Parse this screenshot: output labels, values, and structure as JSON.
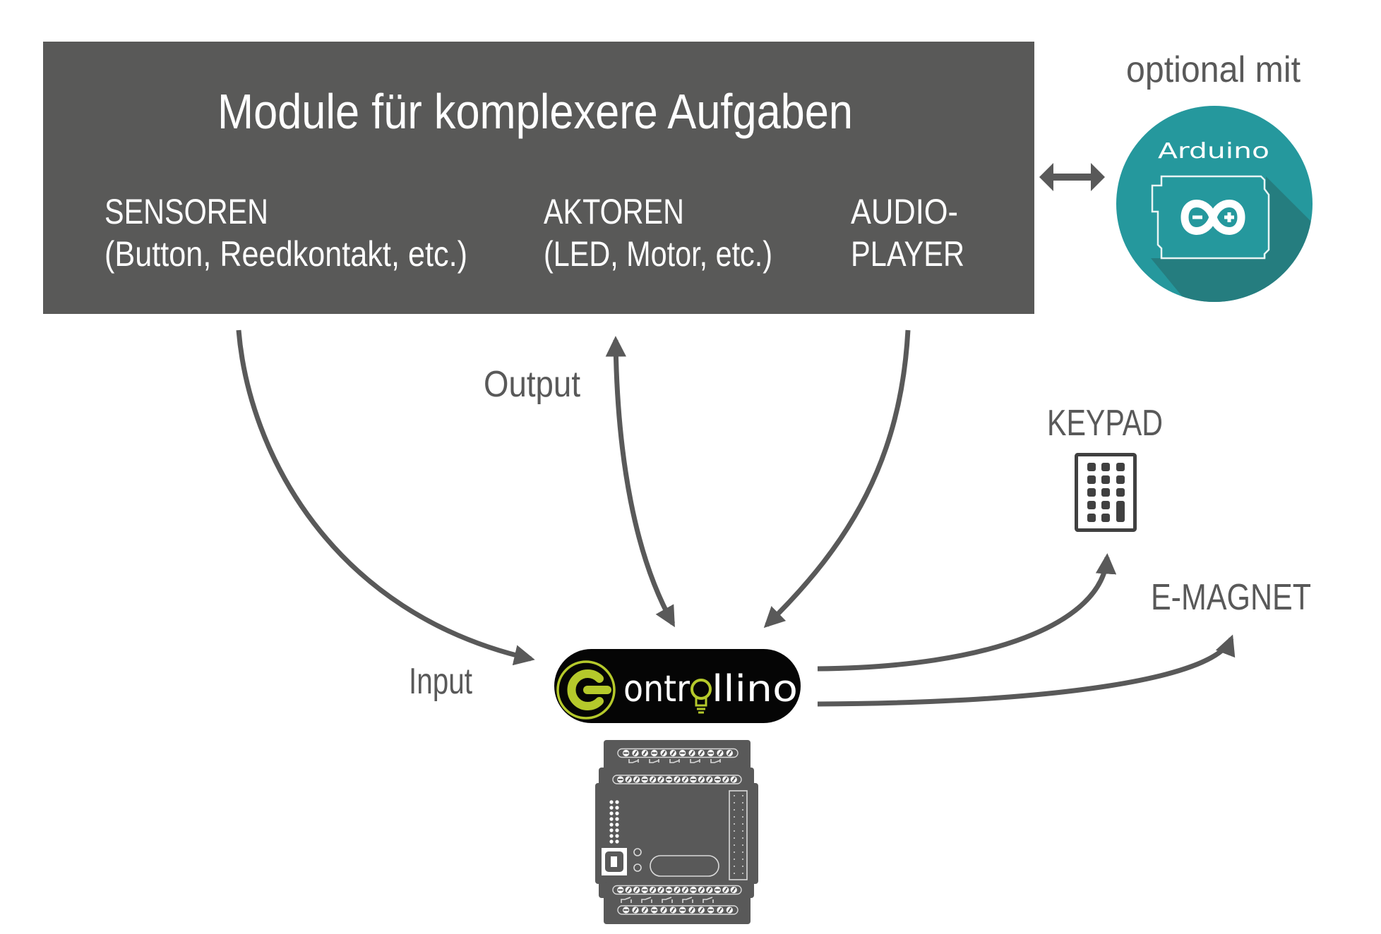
{
  "module_box": {
    "title": "Module für komplexere Aufgaben",
    "columns": [
      {
        "heading": "SENSOREN",
        "detail": "(Button, Reedkontakt, etc.)"
      },
      {
        "heading": "AKTOREN",
        "detail": "(LED, Motor, etc.)"
      },
      {
        "heading": "AUDIO-",
        "detail": "PLAYER"
      }
    ]
  },
  "optional": {
    "label": "optional mit",
    "arduino_logo_text": "Arduino",
    "arduino_icon": "arduino-board-infinity-icon"
  },
  "flows": {
    "input_label": "Input",
    "output_label": "Output"
  },
  "peripherals": {
    "keypad_label": "KEYPAD",
    "keypad_icon": "keypad-icon",
    "emagnet_label": "E-MAGNET"
  },
  "controller": {
    "logo_text": "Controllino",
    "logo_part_1": "ontr",
    "logo_part_2": "llino",
    "device_icon": "plc-device-icon"
  },
  "colors": {
    "box": "#595958",
    "arrow": "#595959",
    "arduino_teal": "#25989d",
    "arduino_shadow": "#26787a",
    "controllino_green": "#b5c92b",
    "logo_background": "#050505"
  }
}
